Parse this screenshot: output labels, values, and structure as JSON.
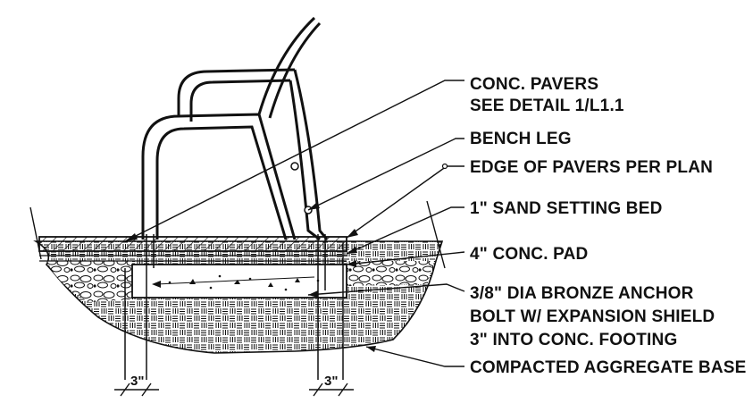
{
  "labels": {
    "conc_pavers_line1": "CONC. PAVERS",
    "conc_pavers_line2": "SEE DETAIL 1/L1.1",
    "bench_leg": "BENCH LEG",
    "edge_of_pavers": "EDGE OF PAVERS PER PLAN",
    "sand_setting_bed": "1\" SAND SETTING BED",
    "conc_pad": "4\" CONC. PAD",
    "anchor_line1": "3/8\" DIA BRONZE ANCHOR",
    "anchor_line2": "BOLT W/ EXPANSION SHIELD",
    "anchor_line3": "3\" INTO CONC. FOOTING",
    "aggregate_base": "COMPACTED AGGREGATE BASE"
  },
  "dimensions": {
    "left_offset": "3\"",
    "right_offset": "3\""
  },
  "colors": {
    "ink": "#111111",
    "background": "#ffffff"
  }
}
